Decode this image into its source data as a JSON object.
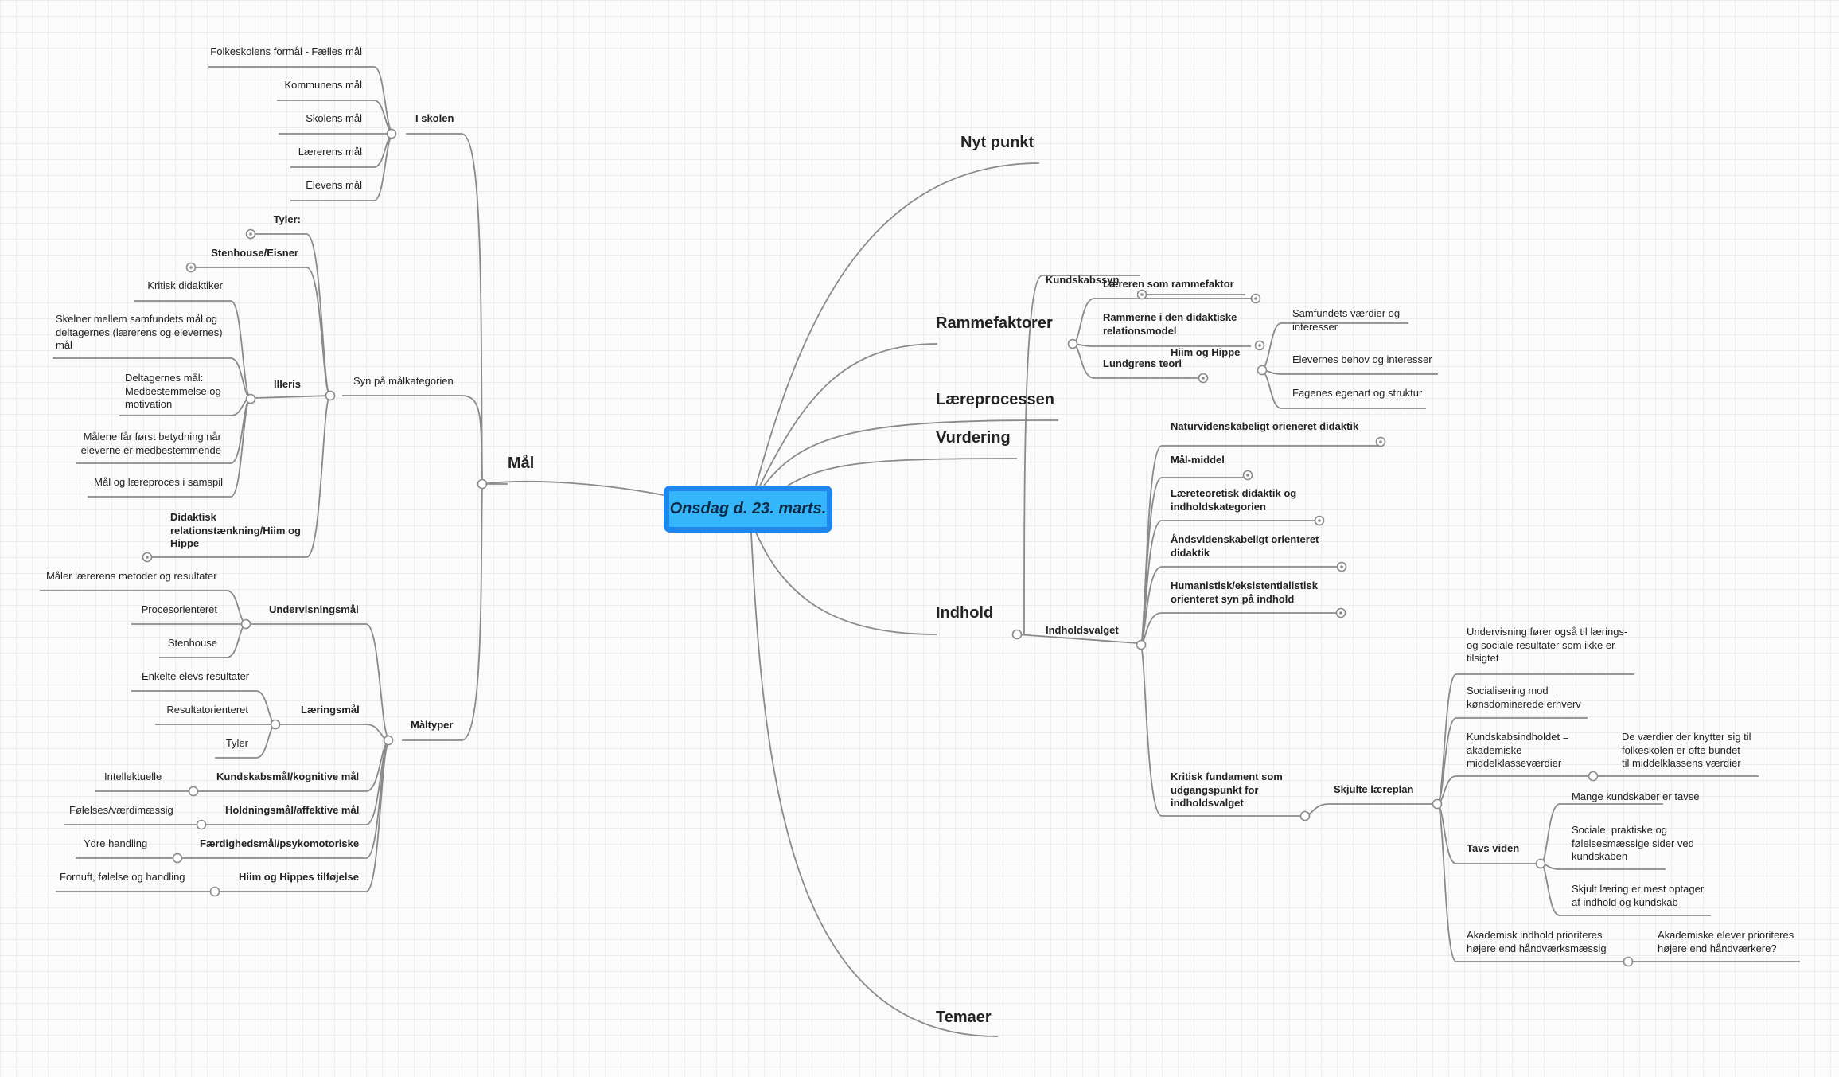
{
  "root": "Onsdag d. 23. marts.",
  "nodes": {
    "mal": "Mål",
    "i_skolen": "I skolen",
    "folkeskolens": "Folkeskolens formål - Fælles mål",
    "kommunens": "Kommunens mål",
    "skolens": "Skolens mål",
    "laererens_maal": "Lærerens mål",
    "elevens": "Elevens mål",
    "syn": "Syn på målkategorien",
    "tyler_colon": "Tyler:",
    "stenhouse_eisner": "Stenhouse/Eisner",
    "illeris": "Illeris",
    "kritisk_didaktiker": "Kritisk didaktiker",
    "skelner": "Skelner mellem samfundets mål og\ndeltagernes (lærerens og elevernes)\nmål",
    "deltagernes": "Deltagernes mål:\nMedbestemmelse og\nmotivation",
    "malene": "Målene får først betydning når\neleverne er medbestemmende",
    "mal_og_laereproces": "Mål og læreproces i samspil",
    "didaktisk_rel": "Didaktisk\nrelationstænkning/Hiim og\nHippe",
    "maltyper": "Måltyper",
    "undervisningsmal": "Undervisningsmål",
    "maler_laererens": "Måler lærerens metoder og resultater",
    "procesorienteret": "Procesorienteret",
    "stenhouse": "Stenhouse",
    "laeringsmal": "Læringsmål",
    "enkelte_elevs": "Enkelte elevs resultater",
    "resultatorienteret": "Resultatorienteret",
    "tyler": "Tyler",
    "kundskabsmal": "Kundskabsmål/kognitive mål",
    "intellektuelle": "Intellektuelle",
    "holdningsmal": "Holdningsmål/affektive mål",
    "folelses": "Følelses/værdimæssig",
    "faerdighedsmal": "Færdighedsmål/psykomotoriske",
    "ydre": "Ydre handling",
    "hiim_tilfojelse": "Hiim og Hippes tilføjelse",
    "fornuft": "Fornuft, følelse og handling",
    "nyt_punkt": "Nyt punkt",
    "rammefaktorer": "Rammefaktorer",
    "laereren_ramme": "Læreren som rammefaktor",
    "rammerne": "Rammerne i den didaktiske\nrelationsmodel",
    "lundgrens": "Lundgrens teori",
    "laereprocessen": "Læreprocessen",
    "vurdering": "Vurdering",
    "indhold": "Indhold",
    "kundskabssyn": "Kundskabssyn",
    "hiim_og_hippe": "Hiim og Hippe",
    "samfundets": "Samfundets værdier og\ninteresser",
    "elevernes": "Elevernes behov og interesser",
    "fagenes": "Fagenes egenart og struktur",
    "indholdsvalget": "Indholdsvalget",
    "naturvid": "Naturvidenskabeligt orieneret didaktik",
    "mal_middel": "Mål-middel",
    "laereteoretisk": "Læreteoretisk didaktik og\nindholdskategorien",
    "andsvid": "Åndsvidenskabeligt orienteret\ndidaktik",
    "humanistisk": "Humanistisk/eksistentialistisk\norienteret syn på indhold",
    "kritisk_fundament": "Kritisk fundament som\nudgangspunkt for\nindholdsvalget",
    "skjulte": "Skjulte læreplan",
    "undervisning_forer": "Undervisning fører også til lærings-\nog sociale resultater som ikke er\ntilsigtet",
    "socialisering": "Socialisering mod\nkønsdominerede erhverv",
    "kundskabsindholdet": "Kundskabsindholdet =\nakademiske\nmiddelklasseværdier",
    "de_vaerdier": "De værdier der knytter sig til\nfolkeskolen er ofte bundet\ntil middelklassens værdier",
    "tavs_viden": "Tavs viden",
    "mange_kundskaber": "Mange kundskaber er tavse",
    "sociale_praktiske": "Sociale, praktiske og\nfølelsesmæssige sider ved\nkundskaben",
    "skjult_laering": "Skjult læring er mest optager\naf indhold og kundskab",
    "akademisk_indhold": "Akademisk indhold prioriteres\nhøjere end håndværksmæssig",
    "akademiske_elever": "Akademiske elever prioriteres\nhøjere end håndværkere?",
    "temaer": "Temaer"
  },
  "colors": {
    "root_fill": "#35b6fb",
    "root_border": "#1e87ee",
    "branch_line": "#8a8a8a"
  }
}
